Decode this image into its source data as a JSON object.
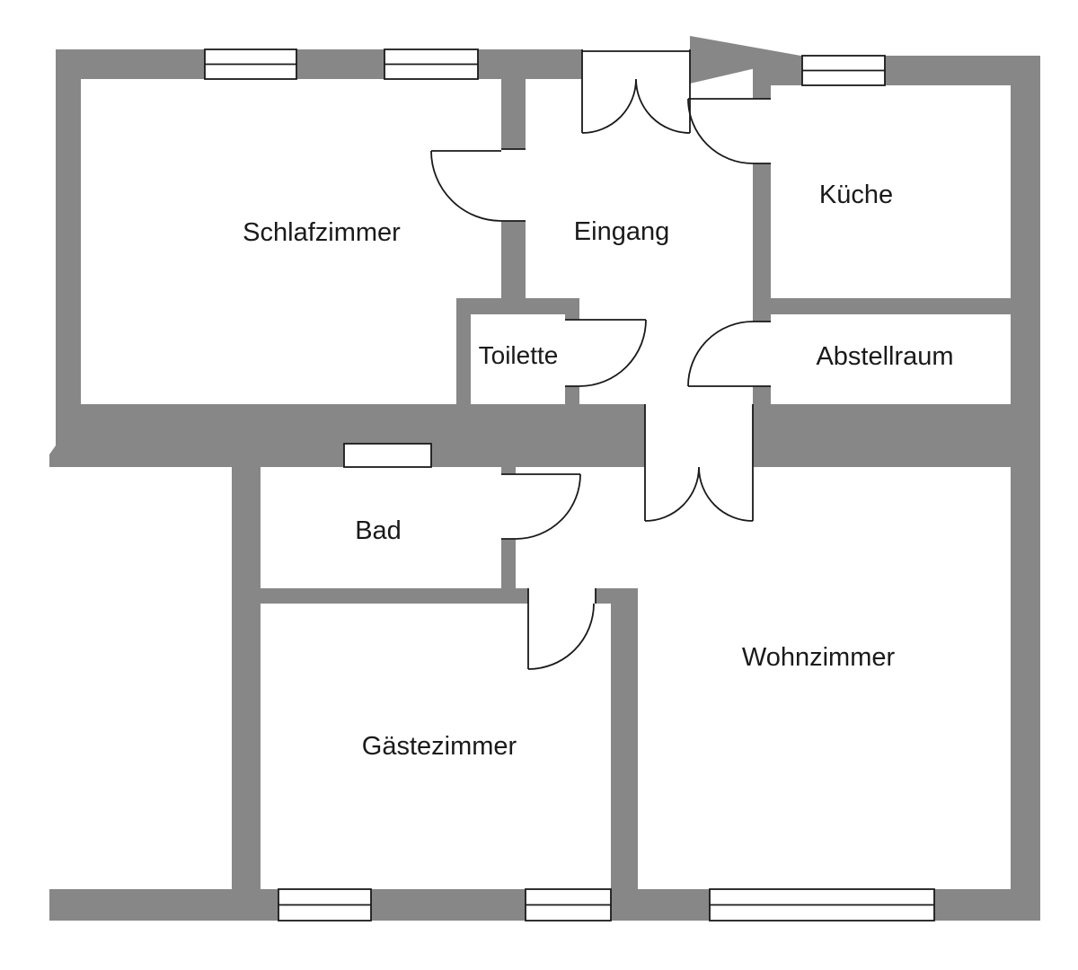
{
  "colors": {
    "wall": "#878787",
    "line": "#1a1a1a",
    "text": "#1a1a1a",
    "background": "#ffffff"
  },
  "rooms": {
    "schlafzimmer": {
      "label": "Schlafzimmer"
    },
    "eingang": {
      "label": "Eingang"
    },
    "kueche": {
      "label": "Küche"
    },
    "toilette": {
      "label": "Toilette"
    },
    "abstellraum": {
      "label": "Abstellraum"
    },
    "bad": {
      "label": "Bad"
    },
    "wohnzimmer": {
      "label": "Wohnzimmer"
    },
    "gaestezimmer": {
      "label": "Gästezimmer"
    }
  }
}
